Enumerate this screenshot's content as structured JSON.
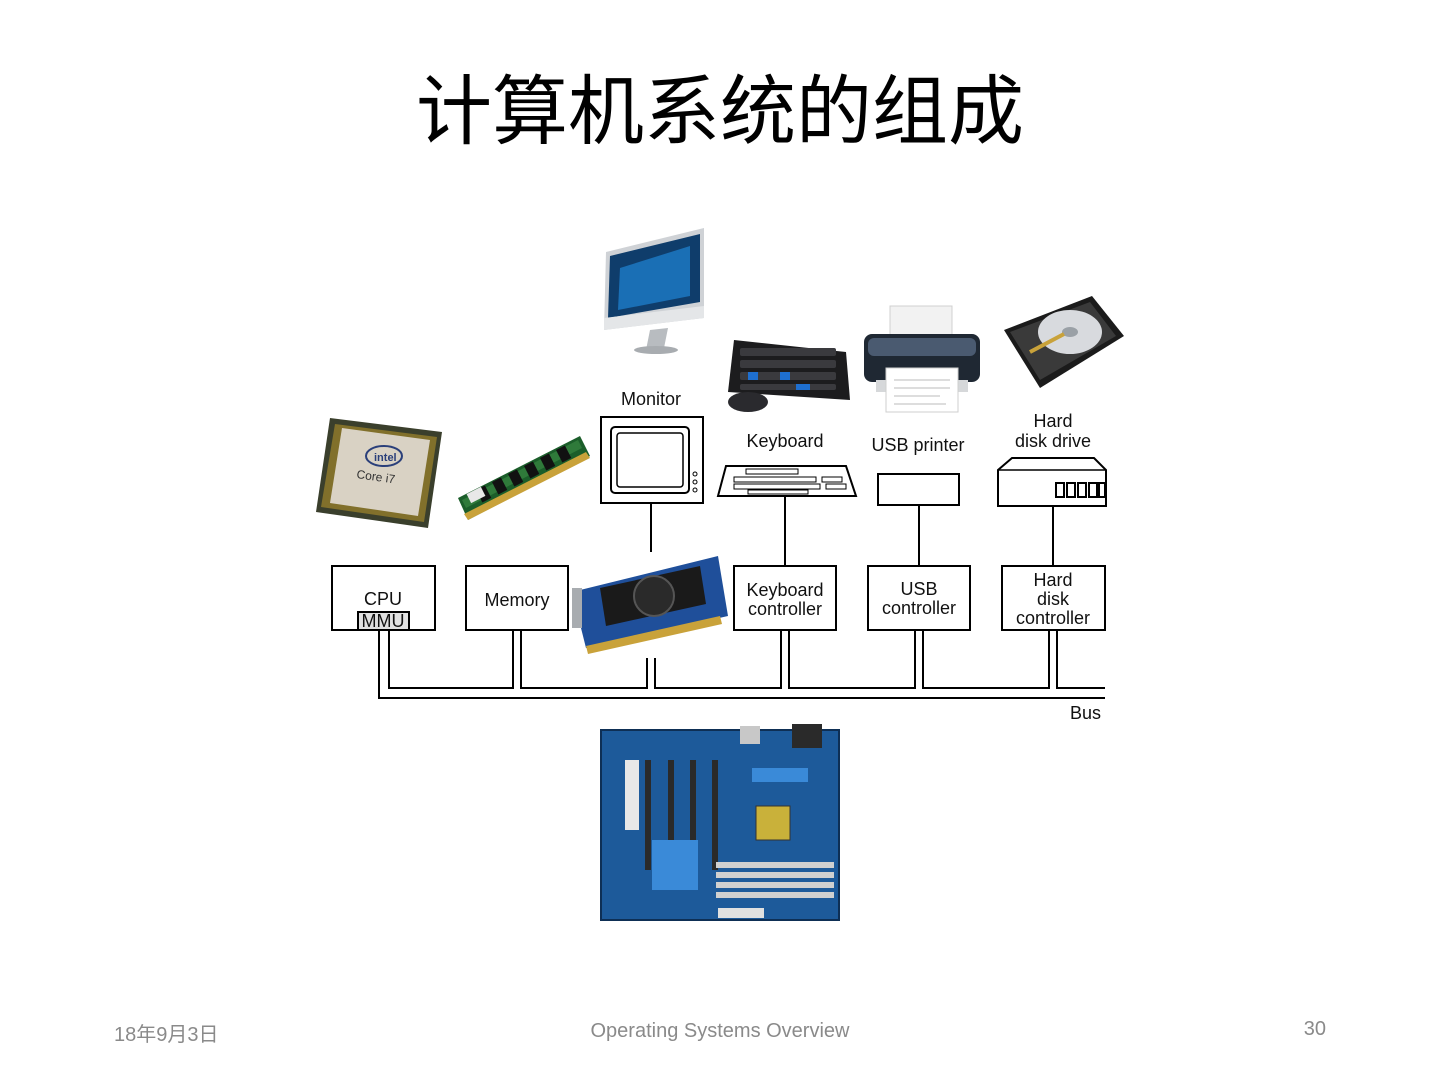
{
  "slide": {
    "title": "计算机系统的组成"
  },
  "diagram": {
    "devices": {
      "monitor": "Monitor",
      "keyboard": "Keyboard",
      "usb_printer": "USB printer",
      "hard_disk_line1": "Hard",
      "hard_disk_line2": "disk drive"
    },
    "controllers": {
      "cpu": "CPU",
      "mmu": "MMU",
      "memory": "Memory",
      "keyboard_line1": "Keyboard",
      "keyboard_line2": "controller",
      "usb_line1": "USB",
      "usb_line2": "controller",
      "disk_line1": "Hard",
      "disk_line2": "disk",
      "disk_line3": "controller"
    },
    "bus_label": "Bus"
  },
  "footer": {
    "date": "18年9月3日",
    "center": "Operating Systems Overview",
    "page": "30"
  },
  "colors": {
    "footer_text": "#8a8a8a",
    "board_blue": "#1d5a9a",
    "screen_blue": "#1a6fb5"
  }
}
